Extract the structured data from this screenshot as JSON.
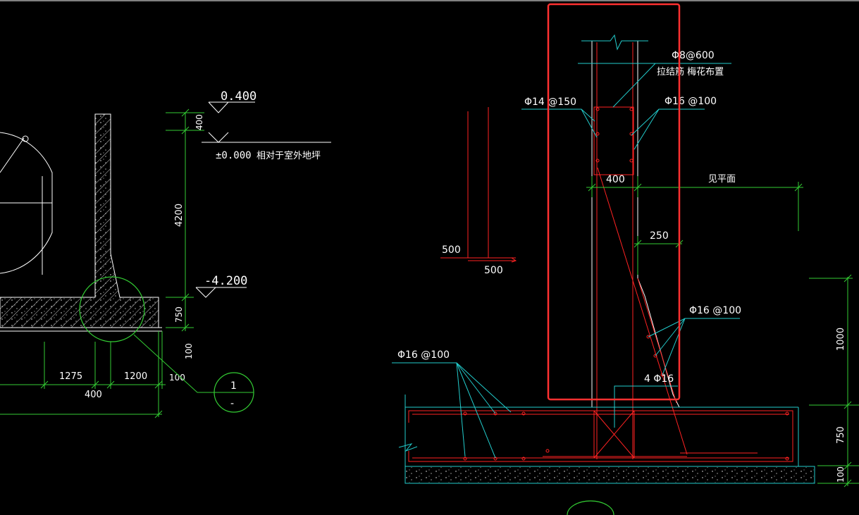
{
  "canvas": {
    "background": "#000000"
  },
  "colors": {
    "structure": "#ffffff",
    "dimension": "#33cc33",
    "leader": "#22cccc",
    "rebar": "#ff2222",
    "highlight": "#ff3030",
    "hatch": "#ffffff"
  },
  "left_detail": {
    "elev_top": "0.400",
    "elev_ground": "±0.000",
    "elev_ground_note": "相对于室外地坪",
    "elev_bottom": "-4.200",
    "dim_400_v": "400",
    "dim_4200": "4200",
    "dim_750": "750",
    "dim_100_v": "100",
    "dim_1275": "1275",
    "dim_1200": "1200",
    "dim_100_h": "100",
    "dim_400_h": "400",
    "callout_number": "1",
    "callout_sheet": "-"
  },
  "right_detail": {
    "label_tie": "Φ8@600",
    "label_tie_note": "拉结筋 梅花布置",
    "label_v_left": "Φ14 @150",
    "label_v_right": "Φ16 @100",
    "dim_wall_400": "400",
    "label_see_plan": "见平面",
    "dim_250": "250",
    "dim_500_a": "500",
    "dim_500_b": "500",
    "label_haunch": "Φ16 @100",
    "label_base": "Φ16 @100",
    "label_corner": "4 Φ16",
    "dim_1000": "1000",
    "dim_750": "750",
    "dim_100": "100"
  }
}
